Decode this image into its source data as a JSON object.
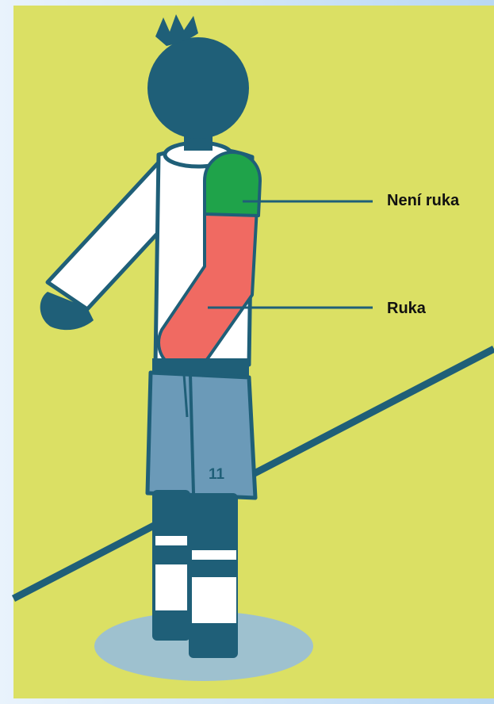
{
  "labels": {
    "not_arm": "Není ruka",
    "arm": "Ruka"
  },
  "player": {
    "shirt_number": "11"
  },
  "colors": {
    "background": "#dbe064",
    "outline": "#1f5f78",
    "shirt": "#ffffff",
    "shorts": "#6b9ab8",
    "not_arm_zone": "#1fa34a",
    "arm_zone": "#f06a62",
    "shadow": "#9ec1cf"
  }
}
